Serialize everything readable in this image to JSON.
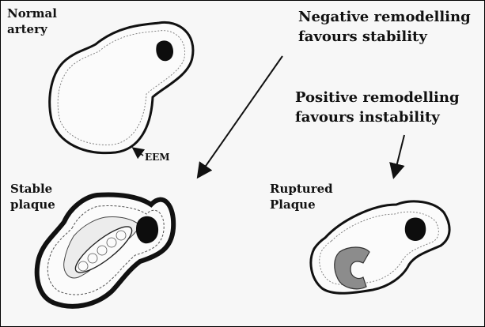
{
  "labels": {
    "normal_artery": "Normal\nartery",
    "eem": "EEM",
    "negative_remodelling": "Negative remodelling\nfavours stability",
    "positive_remodelling": "Positive remodelling\nfavours instability",
    "stable_plaque": "Stable\nplaque",
    "ruptured_plaque": "Ruptured\nPlaque"
  },
  "colors": {
    "outline": "#111111",
    "lipid_core": "#0d0d0d",
    "thrombus": "#8c8c8c",
    "background": "#f7f7f7"
  }
}
